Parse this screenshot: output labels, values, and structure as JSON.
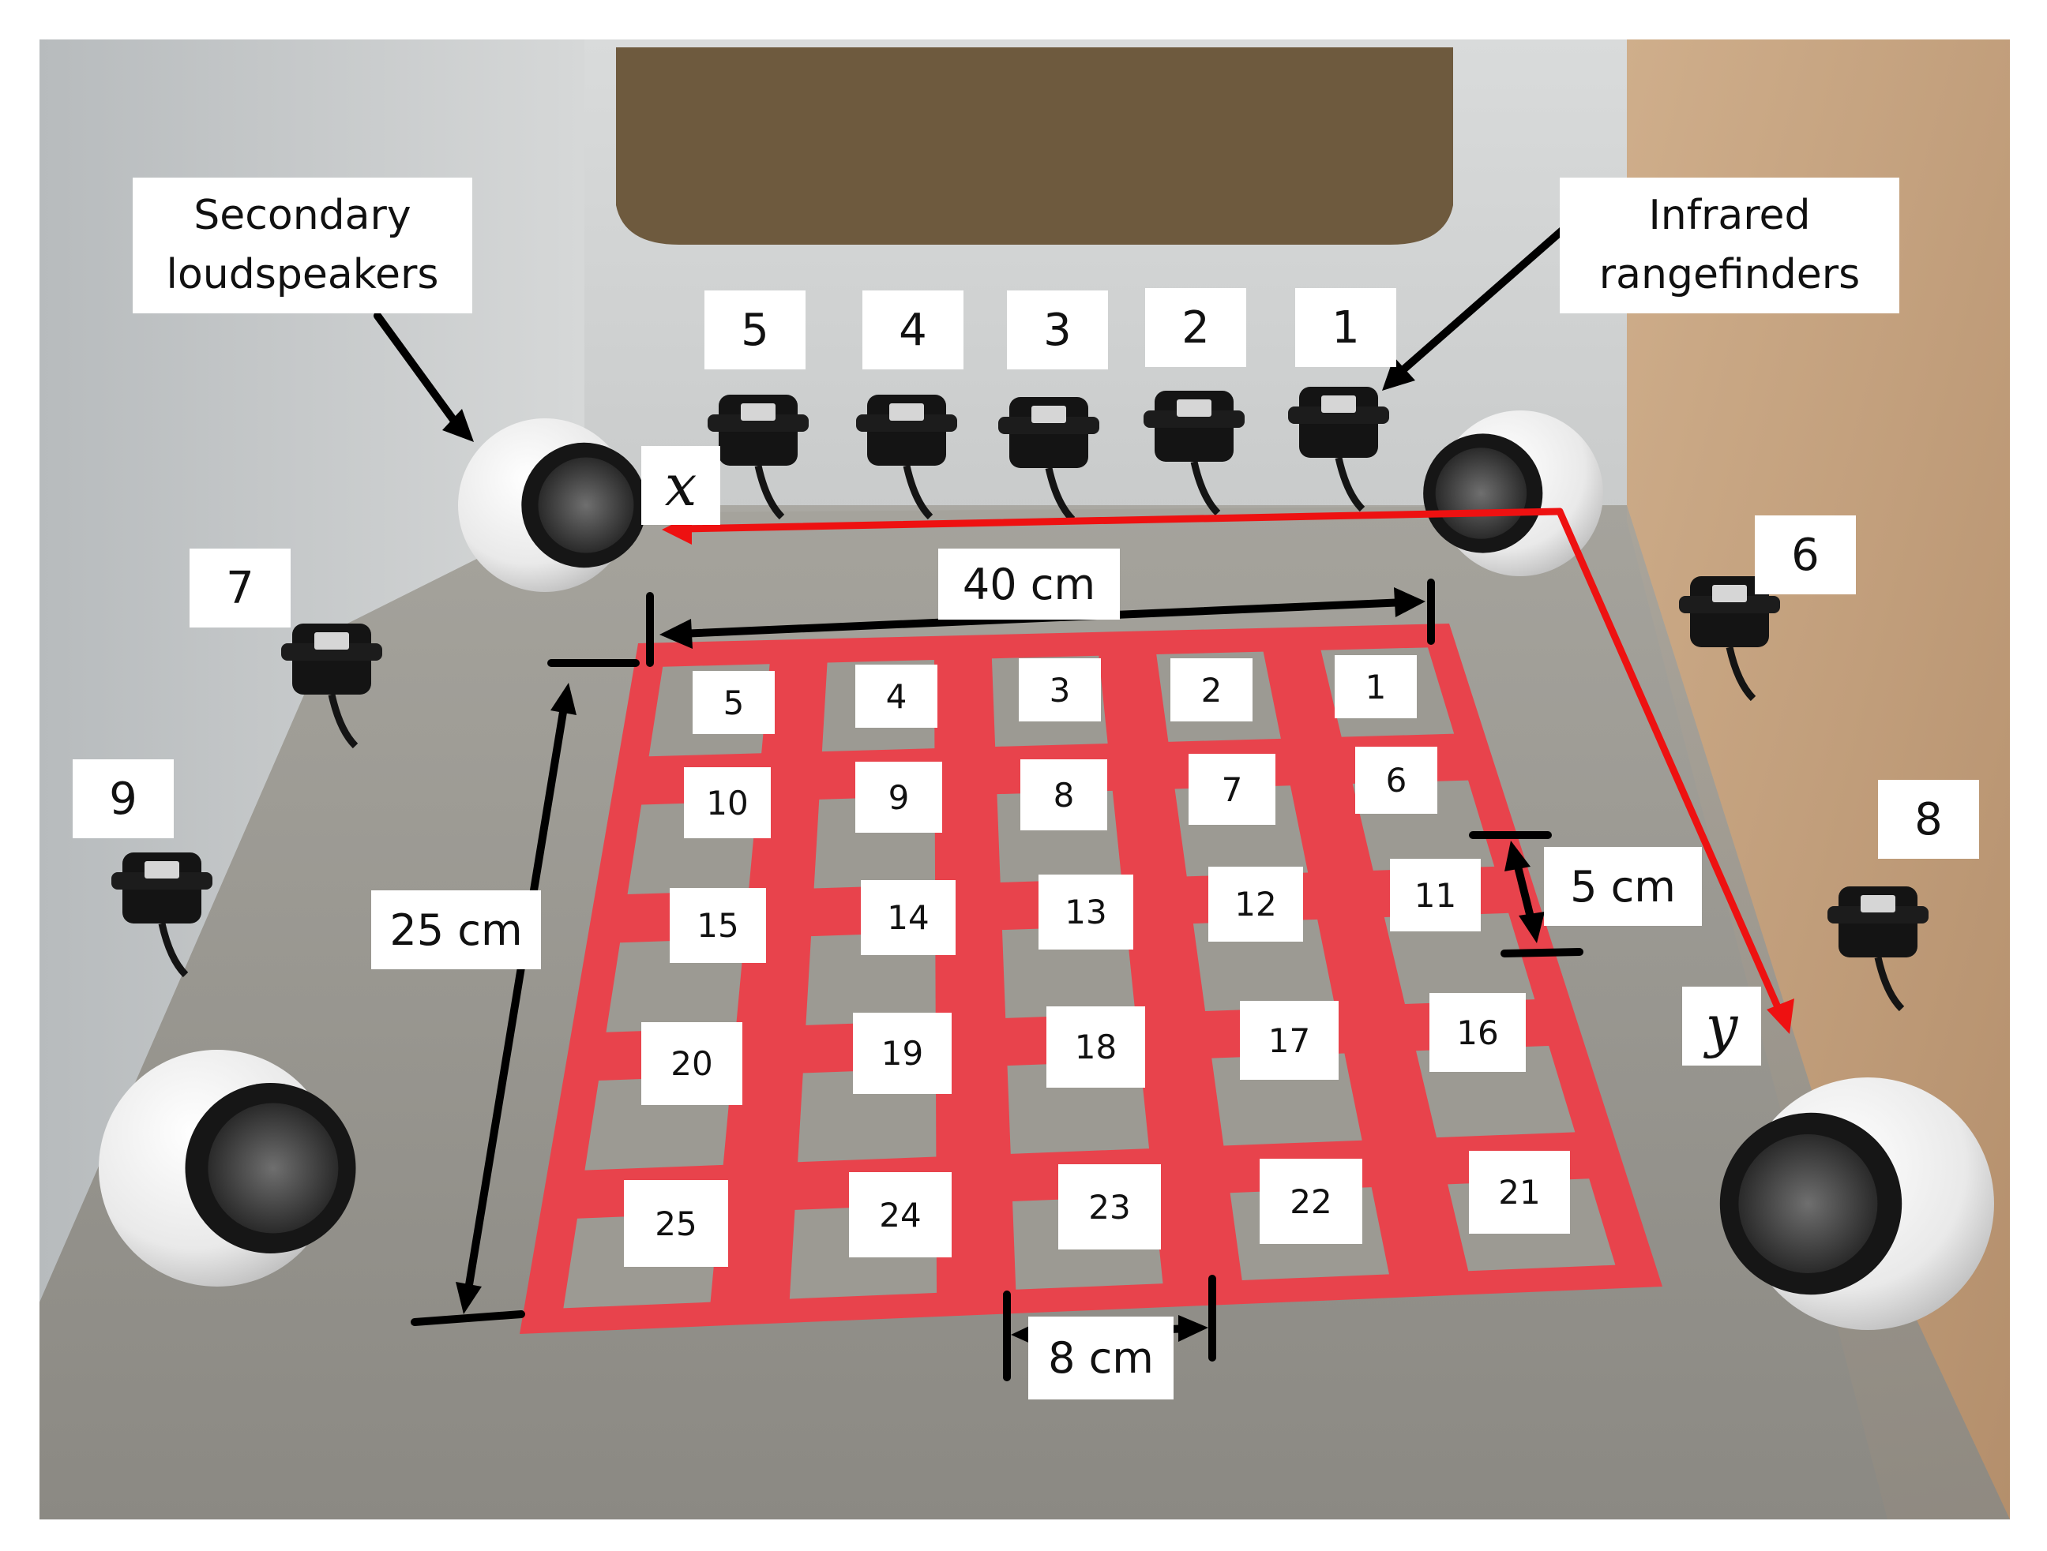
{
  "captions": {
    "secondary_loudspeakers": "Secondary\nloudspeakers",
    "infrared_rangefinders": "Infrared\nrangefinders"
  },
  "rangefinder_numbers": [
    "1",
    "2",
    "3",
    "4",
    "5",
    "6",
    "7",
    "8",
    "9"
  ],
  "grid_cells": [
    "1",
    "2",
    "3",
    "4",
    "5",
    "6",
    "7",
    "8",
    "9",
    "10",
    "11",
    "12",
    "13",
    "14",
    "15",
    "16",
    "17",
    "18",
    "19",
    "20",
    "21",
    "22",
    "23",
    "24",
    "25"
  ],
  "dimensions": {
    "width": "40 cm",
    "height": "25 cm",
    "cell_width": "8 cm",
    "cell_gap": "5 cm"
  },
  "axes": {
    "x": "x",
    "y": "y"
  },
  "colors": {
    "tape": "#e8434c",
    "arrow_red": "#ee1111",
    "arrow_black": "#000000",
    "label_bg": "#ffffff"
  },
  "icons": [
    "loudspeaker-icon",
    "rangefinder-sensor-icon"
  ]
}
